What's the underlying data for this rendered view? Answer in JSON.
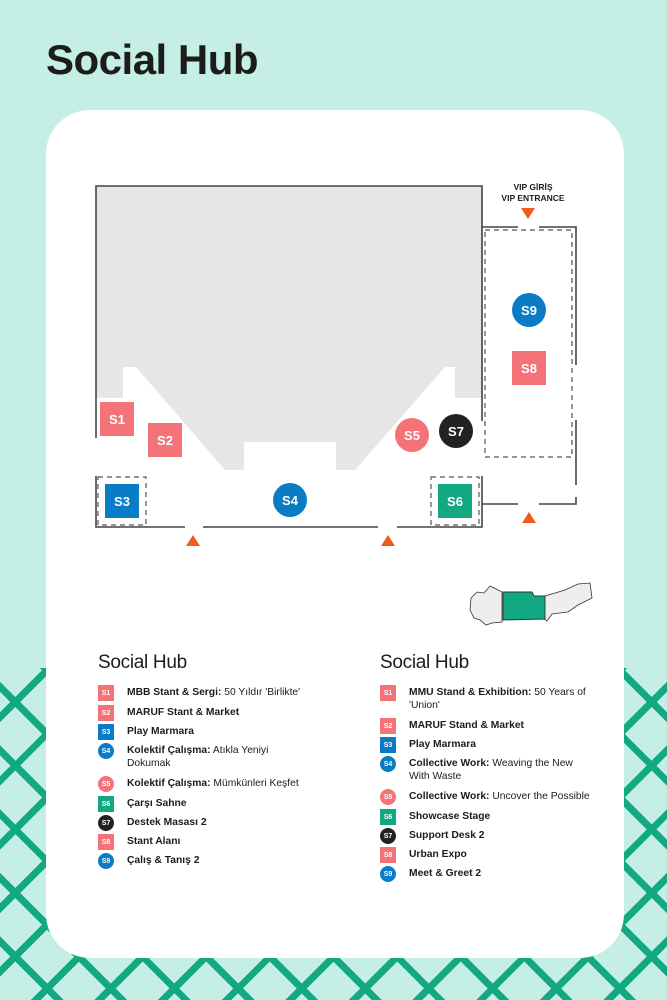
{
  "title": "Social Hub",
  "colors": {
    "background": "#c5efe4",
    "green": "#12a882",
    "coral": "#f47378",
    "blue": "#0a7cc6",
    "black": "#222222",
    "orange": "#f05a1a",
    "floor": "#e6e6e6"
  },
  "map": {
    "vip_label_tr": "VIP GİRİŞ",
    "vip_label_en": "VIP ENTRANCE",
    "markers": [
      {
        "id": "S1",
        "shape": "square",
        "color": "coral"
      },
      {
        "id": "S2",
        "shape": "square",
        "color": "coral"
      },
      {
        "id": "S3",
        "shape": "square",
        "color": "blue"
      },
      {
        "id": "S4",
        "shape": "circle",
        "color": "blue"
      },
      {
        "id": "S5",
        "shape": "circle",
        "color": "coral"
      },
      {
        "id": "S6",
        "shape": "square",
        "color": "green"
      },
      {
        "id": "S7",
        "shape": "circle",
        "color": "black"
      },
      {
        "id": "S8",
        "shape": "square",
        "color": "coral"
      },
      {
        "id": "S9",
        "shape": "circle",
        "color": "blue"
      }
    ]
  },
  "legend_tr": {
    "title": "Social Hub",
    "items": [
      {
        "id": "S1",
        "bold": "MBB Stant & Sergi:",
        "rest": " 50 Yıldır 'Birlikte'"
      },
      {
        "id": "S2",
        "bold": "MARUF Stant & Market",
        "rest": ""
      },
      {
        "id": "S3",
        "bold": "Play Marmara",
        "rest": ""
      },
      {
        "id": "S4",
        "bold": "Kolektif Çalışma:",
        "rest": " Atıkla Yeniyi Dokumak"
      },
      {
        "id": "S5",
        "bold": "Kolektif Çalışma:",
        "rest": " Mümkünleri Keşfet"
      },
      {
        "id": "S6",
        "bold": "Çarşı Sahne",
        "rest": ""
      },
      {
        "id": "S7",
        "bold": "Destek Masası 2",
        "rest": ""
      },
      {
        "id": "S8",
        "bold": "Stant Alanı",
        "rest": ""
      },
      {
        "id": "S9",
        "bold": "Çalış & Tanış 2",
        "rest": ""
      }
    ]
  },
  "legend_en": {
    "title": "Social Hub",
    "items": [
      {
        "id": "S1",
        "bold": "MMU Stand & Exhibition:",
        "rest": " 50 Years of 'Union'"
      },
      {
        "id": "S2",
        "bold": "MARUF Stand & Market",
        "rest": ""
      },
      {
        "id": "S3",
        "bold": "Play Marmara",
        "rest": ""
      },
      {
        "id": "S4",
        "bold": "Collective Work:",
        "rest": " Weaving the New With Waste"
      },
      {
        "id": "S5",
        "bold": "Collective Work:",
        "rest": " Uncover the Possible"
      },
      {
        "id": "S6",
        "bold": "Showcase Stage",
        "rest": ""
      },
      {
        "id": "S7",
        "bold": "Support Desk 2",
        "rest": ""
      },
      {
        "id": "S8",
        "bold": "Urban Expo",
        "rest": ""
      },
      {
        "id": "S9",
        "bold": "Meet & Greet 2",
        "rest": ""
      }
    ]
  }
}
